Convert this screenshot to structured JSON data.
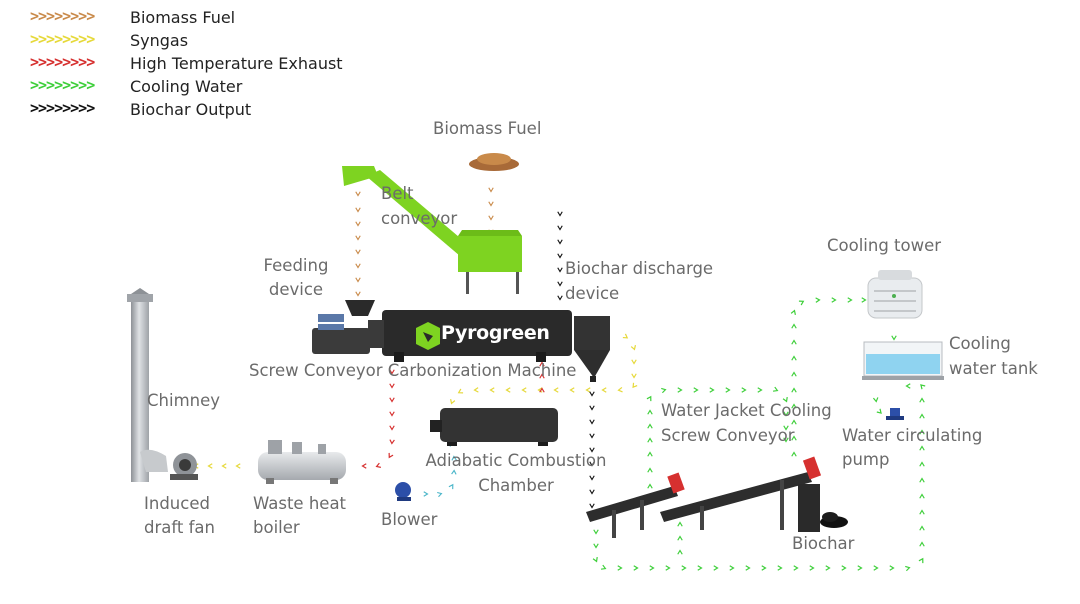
{
  "legend": {
    "items": [
      {
        "label": "Biomass Fuel",
        "color": "#c98a4a"
      },
      {
        "label": "Syngas",
        "color": "#e6d93a"
      },
      {
        "label": "High Temperature Exhaust",
        "color": "#d6302f"
      },
      {
        "label": "Cooling Water",
        "color": "#3ecf3a"
      },
      {
        "label": "Biochar Output",
        "color": "#111111"
      }
    ],
    "glyphs": ">>>>>>>>"
  },
  "colors": {
    "machine_green": "#7ed321",
    "machine_dark": "#2a2a2a",
    "steel": "#b9bcc0",
    "blower_water": "#4bb6c9",
    "tank_water": "#8fd3f0"
  },
  "labels": {
    "biomass_fuel": "Biomass Fuel",
    "belt_conveyor_1": "Belt",
    "belt_conveyor_2": "conveyor",
    "feeding_1": "Feeding",
    "feeding_2": "device",
    "biochar_discharge_1": "Biochar discharge",
    "biochar_discharge_2": "device",
    "cooling_tower": "Cooling tower",
    "cooling_tank_1": "Cooling",
    "cooling_tank_2": "water tank",
    "screw_conveyor_machine": "Screw Conveyor Carbonization Machine",
    "chimney": "Chimney",
    "water_jacket_1": "Water Jacket Cooling",
    "water_jacket_2": "Screw Conveyor",
    "water_pump_1": "Water circulating",
    "water_pump_2": "pump",
    "adiabatic_1": "Adiabatic Combustion",
    "adiabatic_2": "Chamber",
    "induced_1": "Induced",
    "induced_2": "draft fan",
    "waste_heat_1": "Waste heat",
    "waste_heat_2": "boiler",
    "blower": "Blower",
    "biochar": "Biochar"
  },
  "brand": "Pyrogreen"
}
